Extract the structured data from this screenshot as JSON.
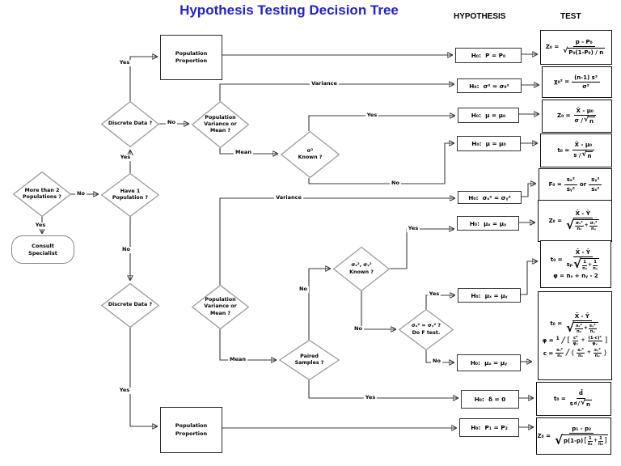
{
  "title": "Hypothesis Testing Decision Tree",
  "headers": {
    "hypothesis": "HYPOTHESIS",
    "test": "TEST"
  },
  "sym": {
    "sqrt": "√"
  },
  "nodes": {
    "more_than_2_populations": "More than 2\nPopulations ?",
    "consult_specialist": "Consult\nSpecialist",
    "have_1_population": "Have 1\nPopulation ?",
    "discrete_data_top": "Discrete Data ?",
    "pop_var_or_mean_top": "Population\nVariance or\nMean ?",
    "sigma2_known": "σ²\nKnown ?",
    "population_proportion_top": "Population\nProportion",
    "discrete_data_bottom": "Discrete Data ?",
    "pop_var_or_mean_bottom": "Population\nVariance or\nMean ?",
    "sigmas_known": "σₓ², σᵧ²\nKnown ?",
    "f_test": "σₓ² = σᵧ² ?\nDo F test.",
    "paired_samples": "Paired\nSamples ?",
    "population_proportion_bottom": "Population\nProportion"
  },
  "edge_labels": {
    "more_than_2_no": "No",
    "more_than_2_yes": "Yes",
    "have1_yes": "Yes",
    "have1_no": "No",
    "discrete_top_yes": "Yes",
    "discrete_top_no": "No",
    "variance_top": "Variance",
    "mean_top": "Mean",
    "sigma2_known_yes": "Yes",
    "sigma2_known_no": "No",
    "variance_bottom": "Variance",
    "sigmas_known_yes": "Yes",
    "mean_bottom": "Mean",
    "paired_no": "No",
    "f_test_in_no": "No",
    "f_test_yes": "Yes",
    "f_test_no": "No",
    "paired_yes": "Yes",
    "discrete_bottom_yes": "Yes"
  },
  "hypotheses": {
    "h1": "H₀:  P = P₀",
    "h2": "H₀:  σ² = σ₀²",
    "h3": "H₀:  μ = μ₀",
    "h4": "H₀:  μ = μ₀",
    "h5": "H₀:  σₓ² = σᵧ²",
    "h6": "H₀:  μₓ = μᵧ",
    "h7": "H₀:  μₓ = μᵧ",
    "h8": "H₀:  μₓ = μᵧ",
    "h9": "H₀:  δ = 0",
    "h10": "H₀:  P₁ = P₂"
  },
  "tests": {
    "t1": {
      "lhs": "Z₀ =",
      "num": "p - P₀",
      "sqrt_den": "P₀(1-P₀) / n"
    },
    "t2": {
      "lhs": "χ₀² =",
      "num": "(n-1) s²",
      "den": "σ²"
    },
    "t3": {
      "lhs": "Z₀ =",
      "num": "X̄ - μ₀",
      "den_pre": "σ /",
      "sqrt_den": "n"
    },
    "t4": {
      "lhs": "t₀ =",
      "num": "X̄ - μ₀",
      "den_pre": "s /",
      "sqrt_den": "n"
    },
    "t5": {
      "lhs": "F₀ =",
      "f1_num": "sₓ²",
      "f1_den": "sᵧ²",
      "or": "or",
      "f2_num": "sᵧ²",
      "f2_den": "sₓ²"
    },
    "t6": {
      "lhs": "Z₀ =",
      "num": "X̄ - Ȳ",
      "a_num": "σₓ²",
      "a_den": "nₓ",
      "plus": "+",
      "b_num": "σᵧ²",
      "b_den": "nᵧ"
    },
    "t7": {
      "lhs": "t₀ =",
      "num": "X̄ - Ȳ",
      "den_pre": "sₚ",
      "a_num": "1",
      "a_den": "nₓ",
      "plus": "+",
      "b_num": "1",
      "b_den": "nᵧ",
      "dof": "φ = nₓ + nᵧ - 2"
    },
    "t8": {
      "lhs": "t₀ =",
      "num": "X̄ - Ȳ",
      "a_num": "sₓ²",
      "a_den": "nₓ",
      "plus": "+",
      "b_num": "sᵧ²",
      "b_den": "nᵧ",
      "phi_lhs": "φ =",
      "phi_one": "1",
      "phi_slash": "/",
      "lb": "[",
      "c1_num": "c²",
      "c1_den": "φₓ",
      "phi_plus": "+",
      "c2_num": "(1-c)²",
      "c2_den": "φᵧ",
      "rb": "]",
      "c_lhs": "c =",
      "d1_num": "sₓ²",
      "d1_den": "nₓ",
      "c_slash": "/",
      "lp": "(",
      "d2_num": "sₓ²",
      "d2_den": "nₓ",
      "c_plus": "+",
      "d3_num": "sᵧ²",
      "d3_den": "nᵧ",
      "rp": ")"
    },
    "t9": {
      "lhs": "t₀ =",
      "num": "d̄",
      "den_s": "s",
      "den_sub": "d",
      "den_mid": "/",
      "sqrt_den": "n"
    },
    "t10": {
      "lhs": "Z₀ =",
      "num": "p₁ - p₂",
      "sqrt_pre": "p(1-p)",
      "lb": "[",
      "a_num": "1",
      "a_den": "n₁",
      "plus": "+",
      "b_num": "1",
      "b_den": "n₂",
      "rb": "]"
    }
  }
}
